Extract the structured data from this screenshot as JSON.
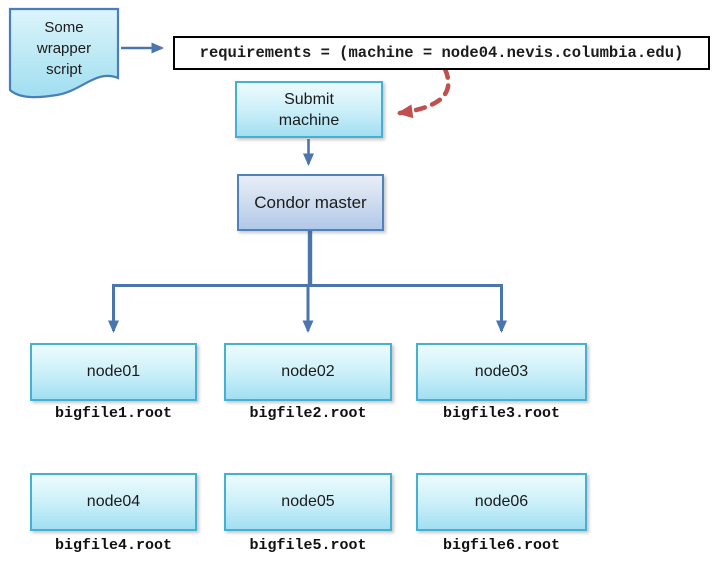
{
  "wrapper_script": {
    "lines": [
      "Some",
      "wrapper",
      "script"
    ]
  },
  "requirements_box": {
    "text": "requirements = (machine = node04.nevis.columbia.edu)"
  },
  "submit_machine": {
    "lines": [
      "Submit",
      "machine"
    ]
  },
  "condor_master": {
    "label": "Condor master"
  },
  "workers": [
    {
      "label": "node01",
      "file": "bigfile1.root"
    },
    {
      "label": "node02",
      "file": "bigfile2.root"
    },
    {
      "label": "node03",
      "file": "bigfile3.root"
    },
    {
      "label": "node04",
      "file": "bigfile4.root"
    },
    {
      "label": "node05",
      "file": "bigfile5.root"
    },
    {
      "label": "node06",
      "file": "bigfile6.root"
    }
  ],
  "edges": [
    {
      "from": "wrapper-script",
      "to": "requirements-box",
      "style": "solid-blue-arrow"
    },
    {
      "from": "requirements-box",
      "to": "submit-machine",
      "style": "dashed-red-curved-arrow"
    },
    {
      "from": "submit-machine",
      "to": "condor-master",
      "style": "solid-blue-arrow"
    },
    {
      "from": "condor-master",
      "to": "node01",
      "style": "solid-blue-arrow"
    },
    {
      "from": "condor-master",
      "to": "node02",
      "style": "solid-blue-arrow"
    },
    {
      "from": "condor-master",
      "to": "node03",
      "style": "solid-blue-arrow"
    }
  ],
  "colors": {
    "node_fill_top": "#edfbfe",
    "node_fill_bottom": "#a2dff2",
    "node_border": "#45b0d2",
    "master_fill_top": "#e7eef8",
    "master_fill_bottom": "#b2c8e8",
    "master_border": "#4f81bd",
    "connector_blue": "#4a76ad",
    "highlight_red": "#c0504d",
    "requirements_border": "#000000"
  }
}
